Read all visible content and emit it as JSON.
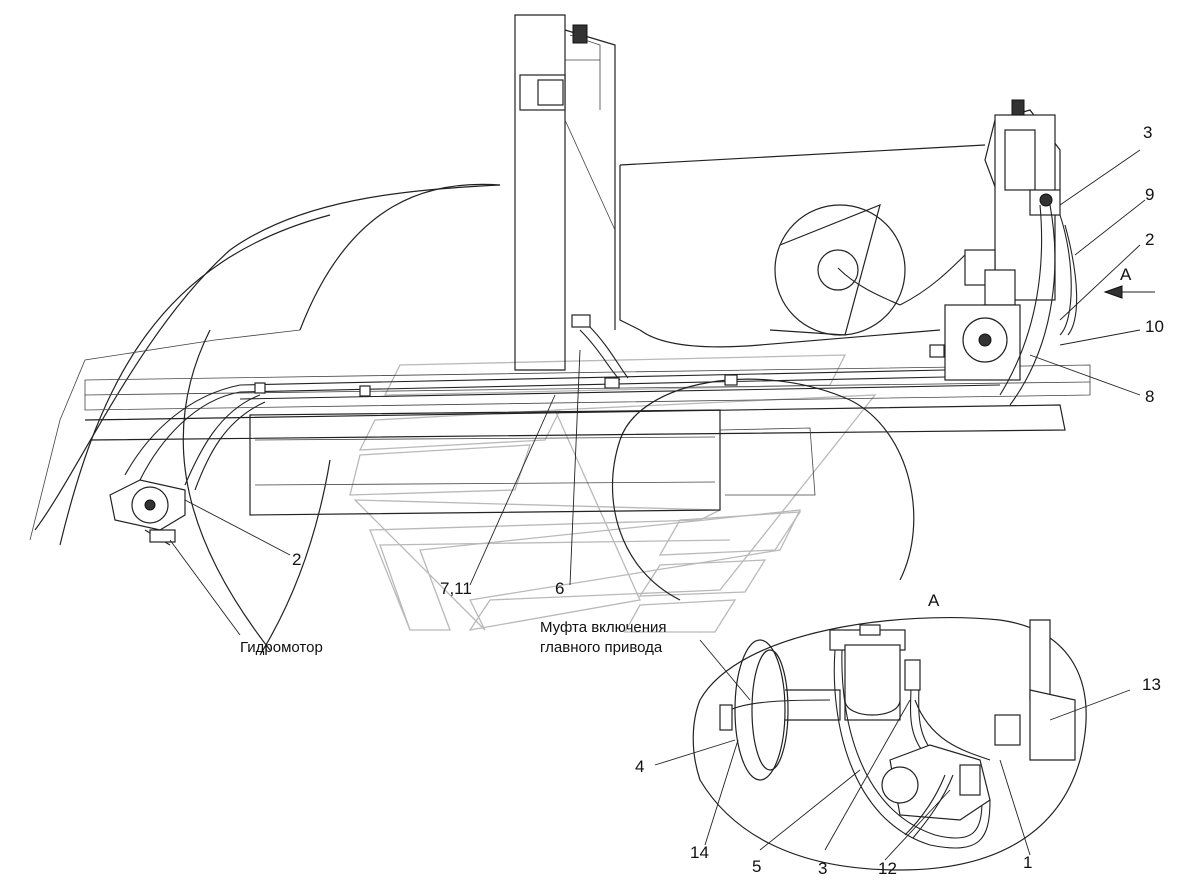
{
  "callouts": [
    {
      "id": "3",
      "text": "3"
    },
    {
      "id": "9",
      "text": "9"
    },
    {
      "id": "2",
      "text": "2"
    },
    {
      "id": "A",
      "text": "А"
    },
    {
      "id": "10",
      "text": "10"
    },
    {
      "id": "8",
      "text": "8"
    },
    {
      "id": "2b",
      "text": "2"
    },
    {
      "id": "7-11",
      "text": "7,11"
    },
    {
      "id": "6",
      "text": "6"
    },
    {
      "id": "A-view",
      "text": "А"
    },
    {
      "id": "13",
      "text": "13"
    },
    {
      "id": "4",
      "text": "4"
    },
    {
      "id": "14",
      "text": "14"
    },
    {
      "id": "5",
      "text": "5"
    },
    {
      "id": "3b",
      "text": "3"
    },
    {
      "id": "12",
      "text": "12"
    },
    {
      "id": "1",
      "text": "1"
    }
  ],
  "captions": {
    "hydromotor": "Гидромотор",
    "clutch_line1": "Муфта включения",
    "clutch_line2": "главного привода"
  }
}
